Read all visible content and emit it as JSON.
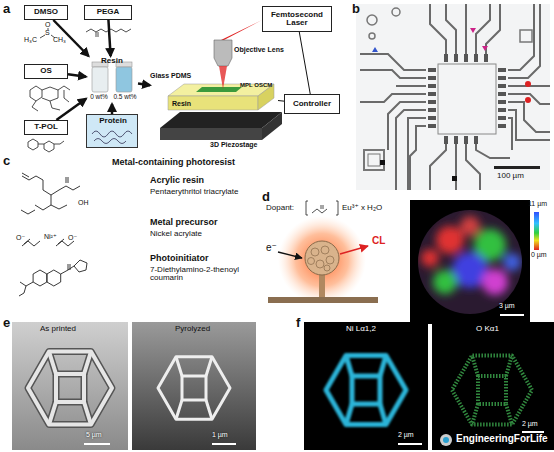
{
  "diagram": {
    "nodes": [
      {
        "text": [
          "DMSO"
        ]
      },
      {
        "text": [
          "PEGA"
        ]
      },
      {
        "text": [
          "OS"
        ]
      },
      {
        "text": [
          "T-POL"
        ]
      },
      {
        "text": [
          "Resin",
          "0 wt%",
          "0.5 wt%"
        ]
      },
      {
        "text": [
          "Protein"
        ]
      },
      {
        "text": [
          "Objective Lens",
          "Glass PDMS",
          "MPL OSCM",
          "Resin",
          "3D Piezostage"
        ]
      },
      {
        "text": [
          "Femtosecond Laser"
        ]
      },
      {
        "text": [
          "Controller"
        ]
      }
    ],
    "edges": [
      {
        "from": 0,
        "to": 4,
        "arrow": "to"
      },
      {
        "from": 1,
        "to": 4,
        "arrow": "to"
      },
      {
        "from": 2,
        "to": 4,
        "arrow": "to"
      },
      {
        "from": 3,
        "to": 4,
        "arrow": "to"
      },
      {
        "from": 5,
        "to": 4,
        "arrow": "to"
      },
      {
        "from": 4,
        "to": 6,
        "arrow": "to"
      },
      {
        "from": 8,
        "to": 7,
        "arrow": "none"
      },
      {
        "from": 8,
        "to": 6,
        "arrow": "none"
      }
    ],
    "labels": [
      "a",
      "b",
      "c",
      "d",
      "e",
      "f",
      "O",
      "S",
      "H₃C",
      "CH₃",
      "100 µm",
      "Metal-containing photoresist",
      "Acrylic resin",
      "Pentaerythritol triacrylate",
      "Metal precursor",
      "Nickel acrylate",
      "Photoinitiator",
      "7-Diethylamino-2-thenoyl coumarin",
      "OH",
      "Ni²⁺",
      "O⁻",
      "O⁻",
      "Dopant:",
      "Eu³⁺ x H₂O",
      "e⁻",
      "CL",
      "11 µm",
      "0 µm",
      "3 µm",
      "As printed",
      "Pyrolyzed",
      "5 µm",
      "1 µm",
      "Ni Lα1,2",
      "O Kα1",
      "2 µm",
      "2 µm",
      "EngineeringForLife"
    ]
  }
}
